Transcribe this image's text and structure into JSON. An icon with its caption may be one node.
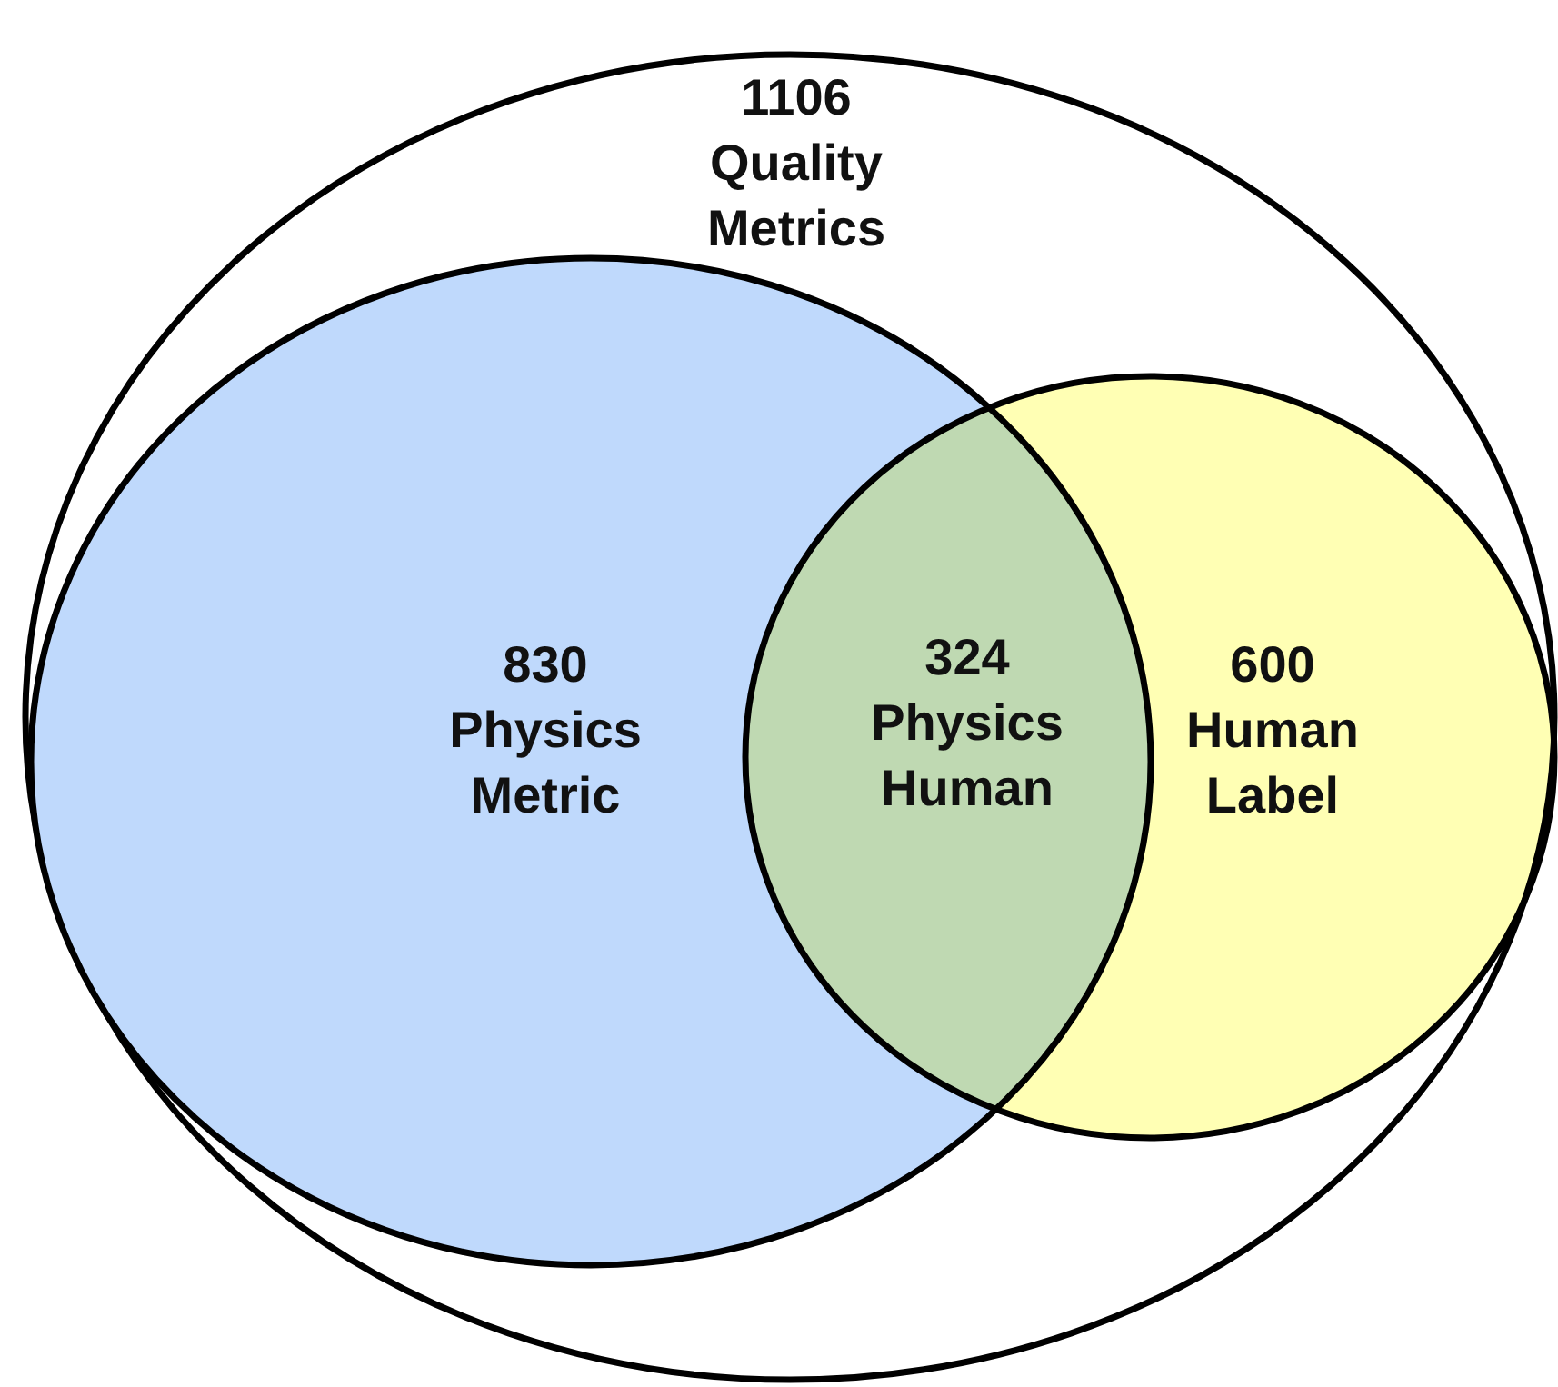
{
  "diagram": {
    "nodes": [
      {
        "text": [
          "1106 Quality Metrics"
        ]
      },
      {
        "text": [
          "830 Physics Metric"
        ],
        "in": 0
      },
      {
        "text": [
          "600 Human Label"
        ],
        "in": 0
      }
    ],
    "labels": [
      "324 Physics Human"
    ]
  }
}
